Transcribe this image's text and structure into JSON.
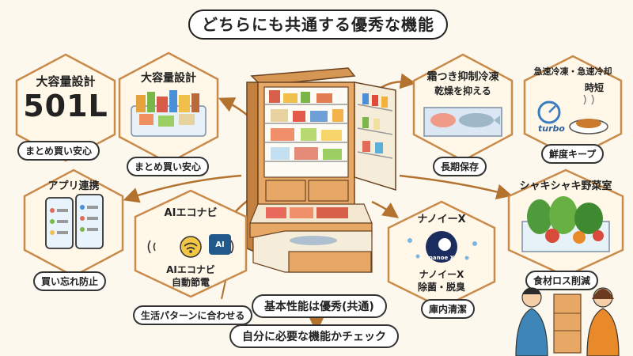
{
  "title": "どちらにも共通する優秀な機能",
  "panels": {
    "capacity_number": {
      "heading": "大容量設計",
      "value": "501L",
      "footer": "まとめ買い安心"
    },
    "capacity_image": {
      "heading": "大容量設計",
      "footer": "まとめ買い安心"
    },
    "frost": {
      "heading": "霜つき抑制冷凍",
      "subheading": "乾燥を抑える",
      "footer": "長期保存"
    },
    "quick_freeze": {
      "heading": "急速冷凍・急速冷却",
      "subheading": "時短",
      "icon_text": "turbo",
      "footer": "鮮度キープ"
    },
    "app": {
      "heading": "アプリ連携",
      "footer": "買い忘れ防止"
    },
    "ai_eco": {
      "heading": "AIエコナビ",
      "line1": "AIエコナビ",
      "line2": "自動節電",
      "ai_chip": "AI",
      "footer": "生活パターンに合わせる"
    },
    "nanoe": {
      "heading": "ナノイーX",
      "line1": "ナノイーX",
      "line2": "除菌・脱臭",
      "logo_text": "nanoe X",
      "footer": "庫内清潔"
    },
    "vegetable": {
      "heading": "シャキシャキ野菜室",
      "footer": "食材ロス削減"
    }
  },
  "bottom": {
    "basic": "基本性能は優秀(共通)",
    "check": "自分に必要な機能かチェック"
  },
  "colors": {
    "hex_border": "#c98a4a",
    "hex_fill": "#fff7e8",
    "fridge": "#e7a866",
    "fridge_dark": "#c4803f",
    "arrow": "#b4722f"
  }
}
